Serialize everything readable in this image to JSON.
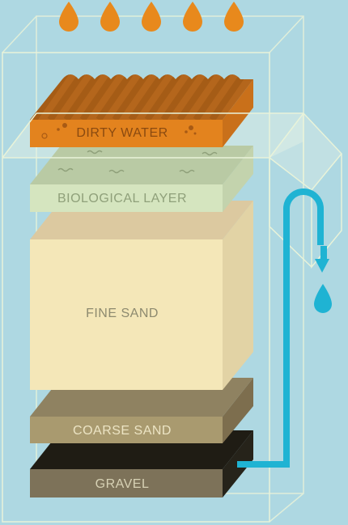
{
  "colors": {
    "background": "#aed8e2",
    "drop": "#e8891c",
    "pipe": "#1fb3d3",
    "frame": "#e9f3d9"
  },
  "layers": [
    {
      "key": "dirty_water",
      "label": "DIRTY WATER",
      "label_color": "#8a4a10"
    },
    {
      "key": "biological_layer",
      "label": "BIOLOGICAL LAYER",
      "label_color": "#8fa07a"
    },
    {
      "key": "fine_sand",
      "label": "FINE SAND",
      "label_color": "#8d8a6f"
    },
    {
      "key": "coarse_sand",
      "label": "COARSE SAND",
      "label_color": "#ece4c4"
    },
    {
      "key": "gravel",
      "label": "GRAVEL",
      "label_color": "#d7d1b4"
    }
  ],
  "icons": {
    "incoming_drop": "water-drop-icon",
    "outflow_drop": "water-drop-icon",
    "outflow_arrow": "arrow-down-icon"
  }
}
